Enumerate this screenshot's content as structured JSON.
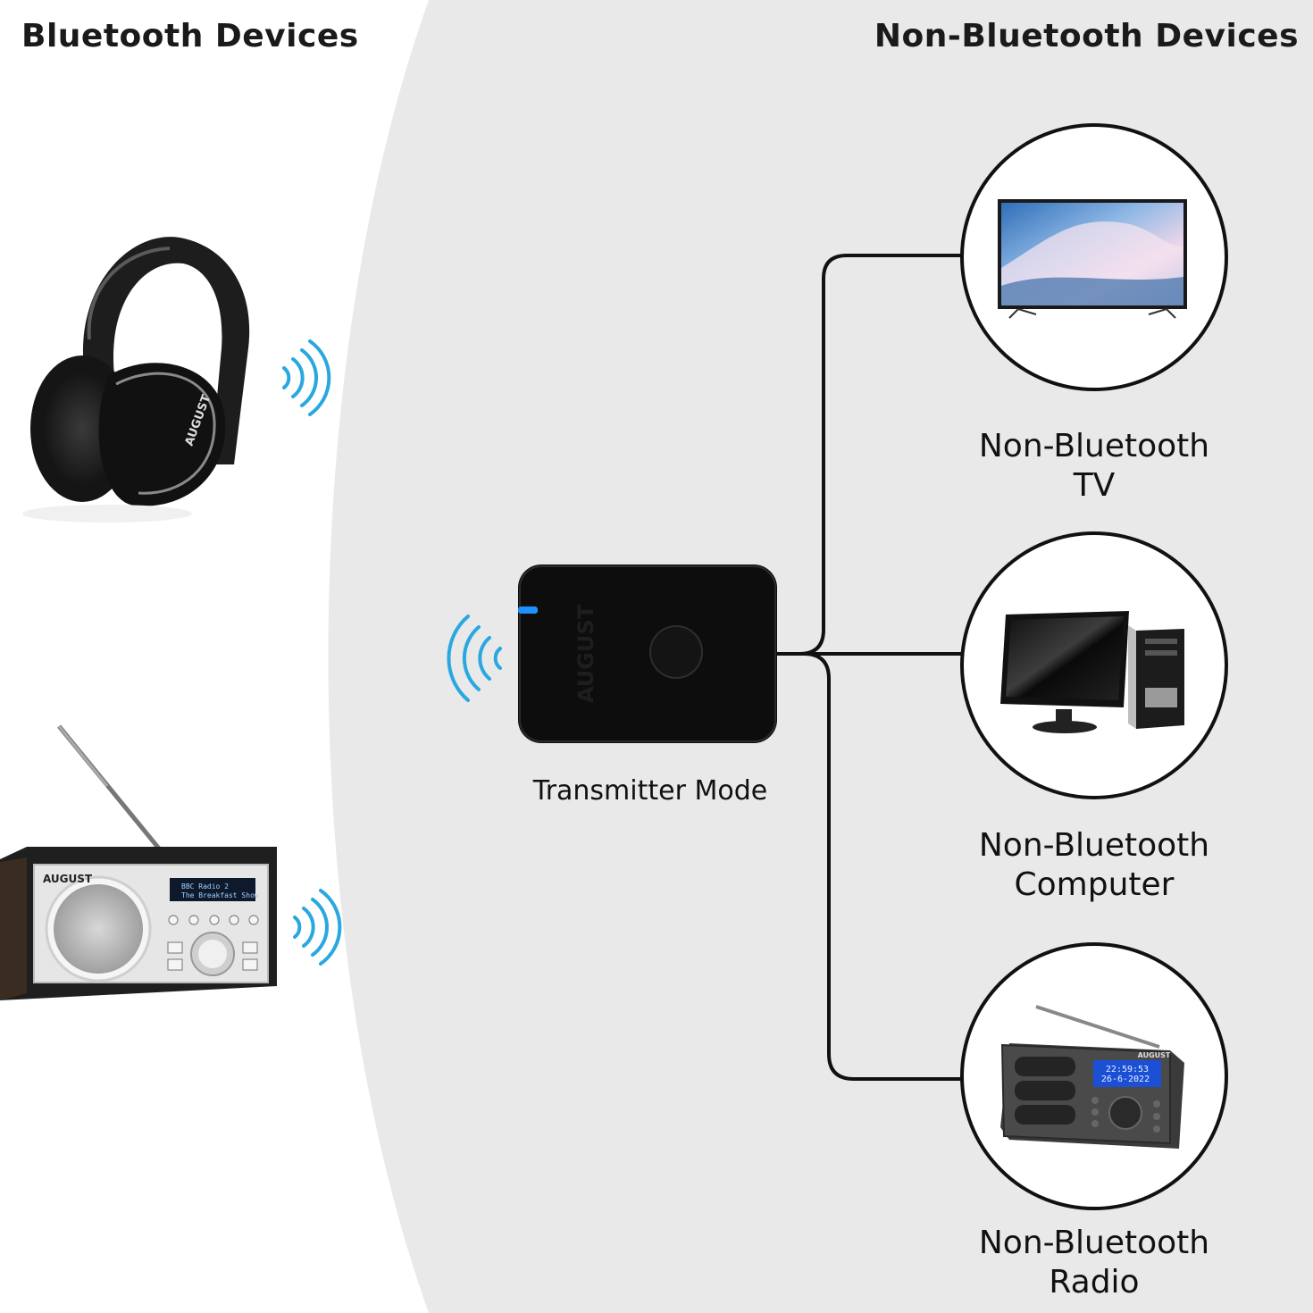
{
  "headings": {
    "left": "Bluetooth Devices",
    "right": "Non-Bluetooth Devices"
  },
  "transmitter": {
    "label": "Transmitter Mode",
    "brand": "AUGUST",
    "led_color": "#1e90ff"
  },
  "devices": {
    "tv": {
      "line1": "Non-Bluetooth",
      "line2": "TV"
    },
    "computer": {
      "line1": "Non-Bluetooth",
      "line2": "Computer"
    },
    "radio": {
      "line1": "Non-Bluetooth",
      "line2": "Radio"
    }
  },
  "bluetooth_devices": {
    "radio_brand": "AUGUST",
    "radio_display_line1": "BBC Radio 2",
    "radio_display_line2": "The Breakfast Show"
  },
  "portable_radio": {
    "brand": "AUGUST",
    "time": "22:59:53",
    "date": "26-6-2022"
  },
  "colors": {
    "background_panel": "#e9e9e9",
    "signal_waves": "#29a8e0",
    "connector_lines": "#111111",
    "heading_text": "#1a1a1a"
  }
}
